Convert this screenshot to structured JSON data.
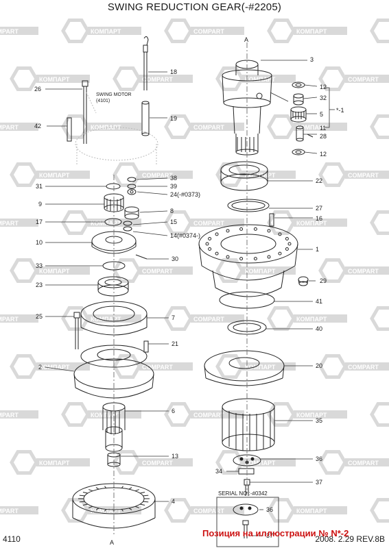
{
  "title": "SWING REDUCTION GEAR(-#2205)",
  "page_code": "4110",
  "date_rev": "2008. 2.29  REV.8B",
  "overlay_note": "Позиция на иллюстрации № N*-2",
  "watermarks": {
    "latin": "COMPART",
    "cyrillic": "КОМПАРТ"
  },
  "swing_motor_label": "SWING MOTOR",
  "swing_motor_ref": "(4101)",
  "serial_label": "SERIAL NO :-#0342",
  "section_marks": [
    "A",
    "A"
  ],
  "group_note": "*-1",
  "colors": {
    "line": "#222222",
    "watermark": "#d9d9d9",
    "overlay": "#cc1111"
  },
  "callouts": {
    "c3": "3",
    "c12a": "12",
    "c32": "32",
    "c5": "5",
    "c11": "11",
    "c28": "28",
    "c12b": "12",
    "c18": "18",
    "c19": "19",
    "c26": "26",
    "c42": "42",
    "c22": "22",
    "c27": "27",
    "c16": "16",
    "c1": "1",
    "c29": "29",
    "c41": "41",
    "c40": "40",
    "c20": "20",
    "c35": "35",
    "c36a": "36",
    "c34": "34",
    "c37a": "37",
    "c36b": "36",
    "c37b": "37",
    "c38": "38",
    "c39": "39",
    "c24": "24(-#0373)",
    "c31": "31",
    "c9": "9",
    "c8": "8",
    "c17": "17",
    "c15": "15",
    "c14": "14(#0374-)",
    "c10": "10",
    "c30": "30",
    "c33": "33",
    "c23": "23",
    "c25": "25",
    "c7": "7",
    "c21": "21",
    "c2": "2",
    "c6": "6",
    "c13": "13",
    "c4": "4"
  }
}
